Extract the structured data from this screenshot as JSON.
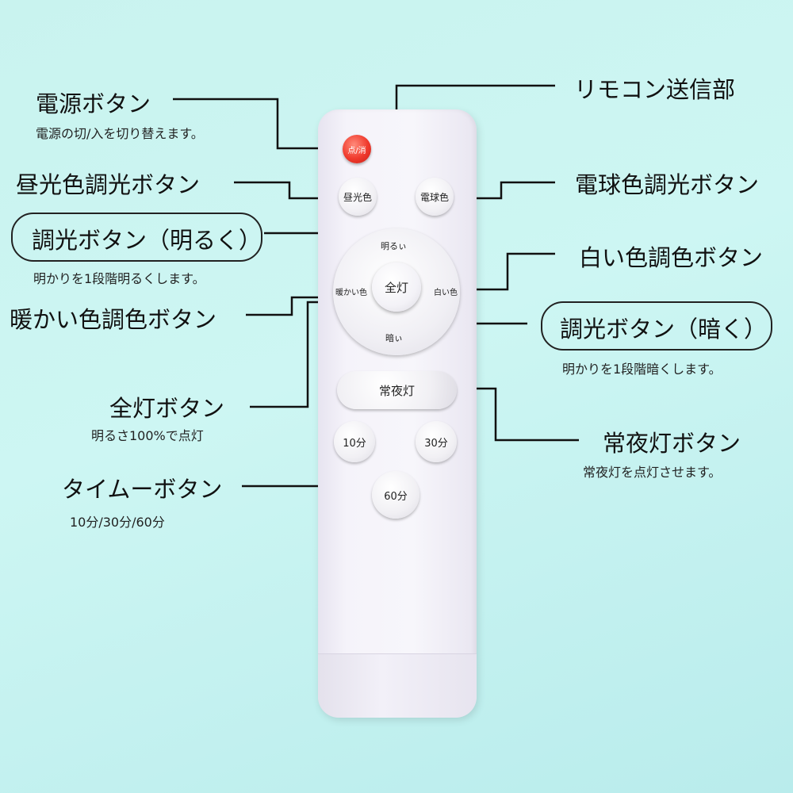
{
  "remote": {
    "power_label": "点/消",
    "daylight_label": "昼光色",
    "bulb_label": "電球色",
    "ring": {
      "top": "明るぃ",
      "left": "暖かい色",
      "right": "白い色",
      "bottom": "暗ぃ",
      "center": "全灯"
    },
    "night_label": "常夜灯",
    "t10": "10分",
    "t30": "30分",
    "t60": "60分"
  },
  "annotations": {
    "power_title": "電源ボタン",
    "power_desc": "電源の切/入を切り替えます。",
    "transmitter": "リモコン送信部",
    "daylight_title": "昼光色調光ボタン",
    "bulb_title": "電球色調光ボタン",
    "bright_title": "調光ボタン（明るく）",
    "bright_desc": "明かりを1段階明るくします。",
    "white_title": "白い色調色ボタン",
    "warm_title": "暖かい色調色ボタン",
    "dark_title": "調光ボタン（暗く）",
    "dark_desc": "明かりを1段階暗くします。",
    "full_title": "全灯ボタン",
    "full_desc": "明るさ100%で点灯",
    "night_title": "常夜灯ボタン",
    "night_desc": "常夜灯を点灯させます。",
    "timer_title": "タイムーボタン",
    "timer_desc": "10分/30分/60分"
  },
  "colors": {
    "background": "#c9f3ef",
    "power_button": "#f03a2d",
    "remote_body": "#f5f3fa"
  }
}
